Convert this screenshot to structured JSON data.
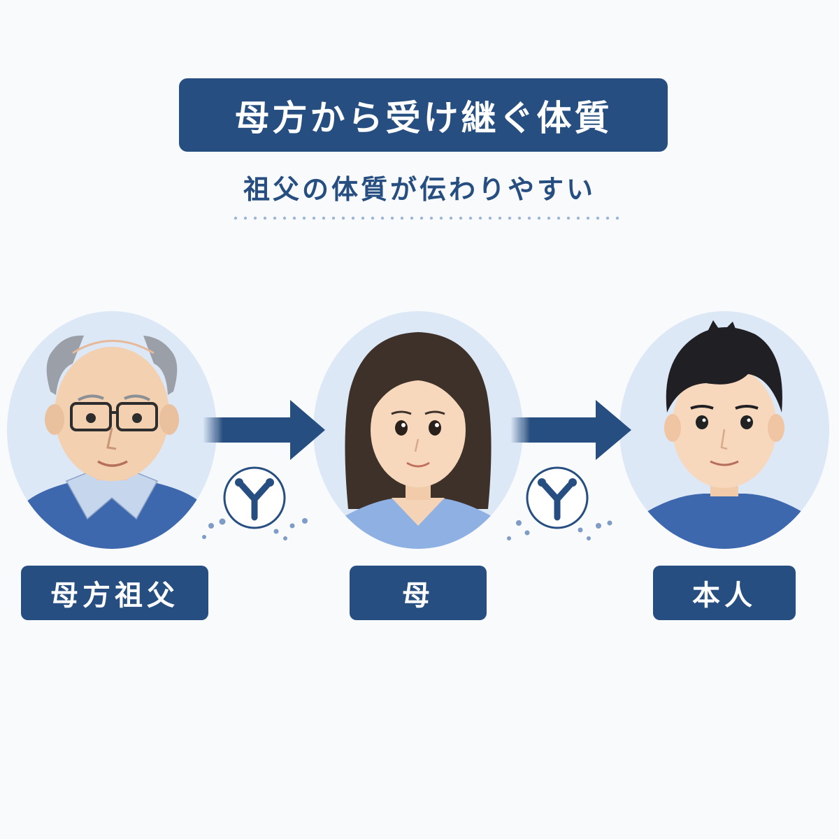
{
  "title": "母方から受け継ぐ体質",
  "subtitle": "祖父の体質が伝わりやすい",
  "people": [
    {
      "label": "母方祖父"
    },
    {
      "label": "母"
    },
    {
      "label": "本人"
    }
  ],
  "colors": {
    "navy": "#264e80",
    "background": "#f9fafb",
    "circle": "#dde8f7",
    "accent_blue": "#3d68ad"
  },
  "icons": [
    "arrow-right-icon",
    "chromosome-icon"
  ]
}
